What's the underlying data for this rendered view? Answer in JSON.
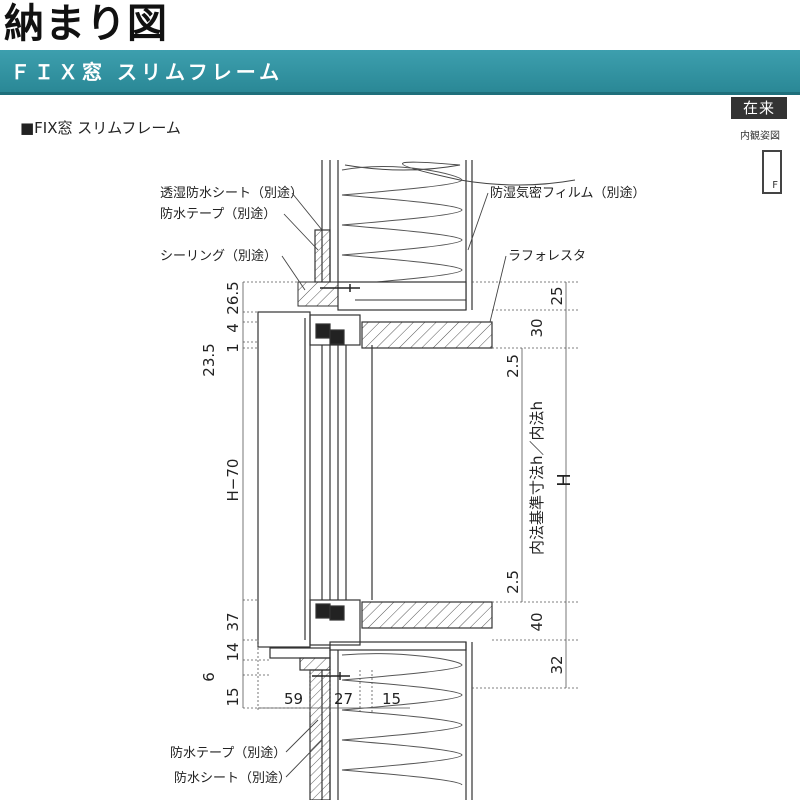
{
  "header": {
    "title": "納まり図",
    "band_title": "ＦＩＸ窓 スリムフレーム",
    "subtitle": "■FIX窓 スリムフレーム",
    "badge": "在来",
    "view_label": "内観姿図",
    "window_icon_letter": "F"
  },
  "labels": {
    "breathable_sheet": "透湿防水シート（別途）",
    "waterproof_tape_top": "防水テープ（別途）",
    "sealing": "シーリング（別途）",
    "vapor_film": "防湿気密フィルム（別途）",
    "lafore_star": "ラフォレスタ",
    "waterproof_tape_bottom": "防水テープ（別途）",
    "waterproof_sheet_bottom": "防水シート（別途）"
  },
  "dimensions": {
    "left": {
      "d265": "26.5",
      "d4": "4",
      "d235": "23.5",
      "d1": "1",
      "h70": "H−70",
      "d37": "37",
      "d14": "14",
      "d6": "6",
      "d15": "15"
    },
    "right": {
      "d25": "25",
      "d30": "30",
      "d25a": "2.5",
      "inner_h": "内法基準寸法h／内法h",
      "d25b": "2.5",
      "d40": "40",
      "big_h": "H",
      "d32": "32"
    },
    "bottom": {
      "d59": "59",
      "d27": "27",
      "d15": "15"
    }
  }
}
